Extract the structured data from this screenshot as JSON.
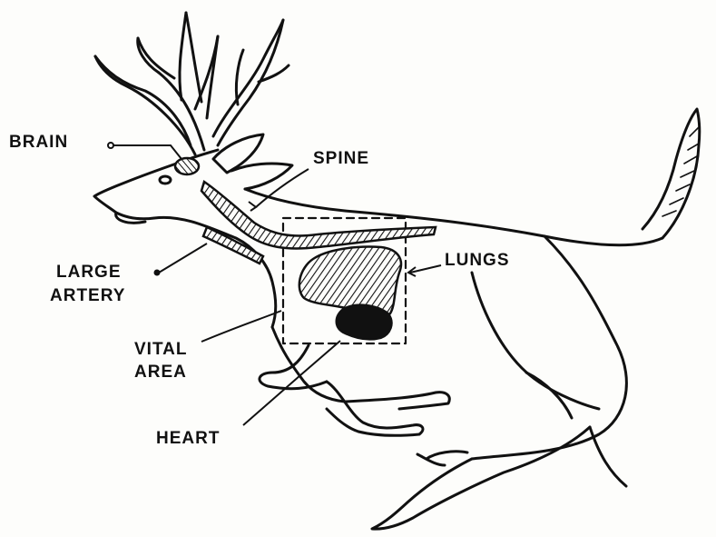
{
  "labels": {
    "brain": "BRAIN",
    "spine": "SPINE",
    "lungs": "LUNGS",
    "large_artery_line1": "LARGE",
    "large_artery_line2": "ARTERY",
    "vital_area_line1": "VITAL",
    "vital_area_line2": "AREA",
    "heart": "HEART"
  },
  "colors": {
    "ink": "#111111",
    "paper": "#fdfdfb"
  }
}
